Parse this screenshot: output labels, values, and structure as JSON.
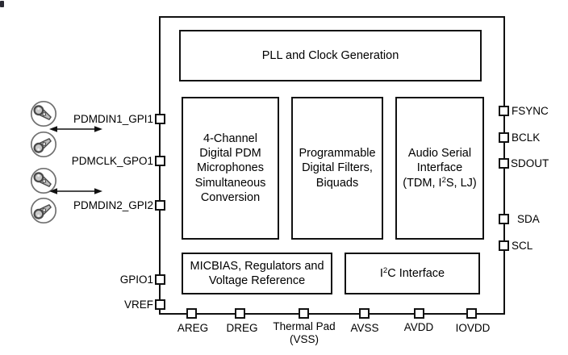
{
  "chip": {
    "blocks": {
      "pll": {
        "label": "PLL and Clock Generation"
      },
      "pdm": {
        "label": "4-Channel\nDigital PDM\nMicrophones\nSimultaneous\nConversion"
      },
      "filters": {
        "label": "Programmable\nDigital Filters,\nBiquads"
      },
      "asi": {
        "line1": "Audio Serial\nInterface",
        "line2_pre": "(TDM, I",
        "line2_sup": "2",
        "line2_post": "S, LJ)"
      },
      "micbias": {
        "label": "MICBIAS, Regulators and\nVoltage Reference"
      },
      "i2c": {
        "pre": "I",
        "sup": "2",
        "post": "C Interface"
      }
    }
  },
  "pins": {
    "left": [
      {
        "label": "PDMDIN1_GPI1"
      },
      {
        "label": "PDMCLK_GPO1"
      },
      {
        "label": "PDMDIN2_GPI2"
      },
      {
        "label": "GPIO1"
      },
      {
        "label": "VREF"
      }
    ],
    "right": [
      {
        "label": "FSYNC"
      },
      {
        "label": "BCLK"
      },
      {
        "label": "SDOUT"
      },
      {
        "label": "SDA"
      },
      {
        "label": "SCL"
      }
    ],
    "bottom": [
      {
        "label": "AREG"
      },
      {
        "label": "DREG"
      },
      {
        "label": "Thermal Pad\n(VSS)"
      },
      {
        "label": "AVSS"
      },
      {
        "label": "AVDD"
      },
      {
        "label": "IOVDD"
      }
    ]
  },
  "icons": {
    "microphones": [
      {
        "name": "microphone-icon",
        "orientation": "head-top-left"
      },
      {
        "name": "microphone-icon",
        "orientation": "head-bottom-left"
      },
      {
        "name": "microphone-icon",
        "orientation": "head-top-left"
      },
      {
        "name": "microphone-icon",
        "orientation": "head-bottom-left"
      }
    ],
    "arrows": [
      {
        "name": "bidirectional-arrow-icon"
      },
      {
        "name": "bidirectional-arrow-icon"
      }
    ]
  },
  "colors": {
    "line": "#111111",
    "text": "#000000",
    "mic_body": "#bdbdbd",
    "mic_stroke": "#4a4a4a",
    "background": "#ffffff"
  }
}
